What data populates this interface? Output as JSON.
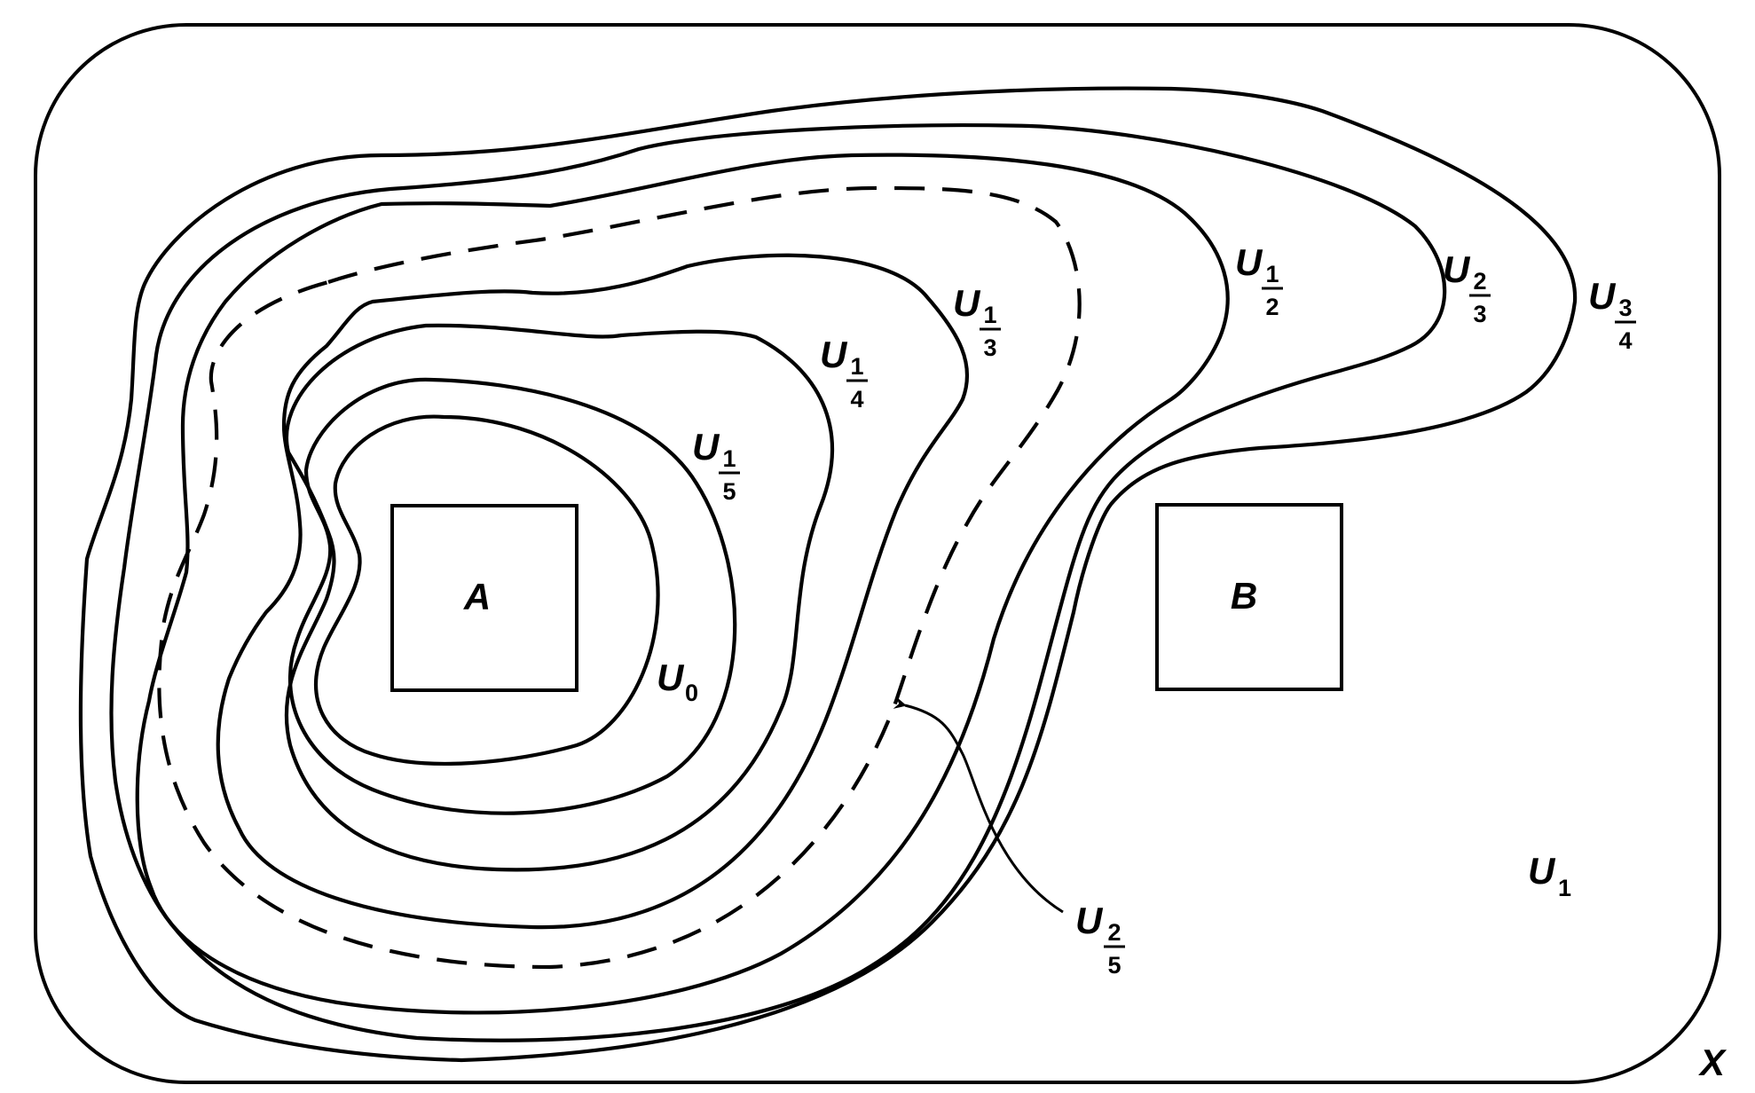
{
  "space_label": "X",
  "sets": {
    "A": "A",
    "B": "B"
  },
  "level_sets": {
    "base": "U",
    "u0_sub": "0",
    "u1_sub": "1",
    "u1_5": {
      "num": "1",
      "den": "5"
    },
    "u1_4": {
      "num": "1",
      "den": "4"
    },
    "u1_3": {
      "num": "1",
      "den": "3"
    },
    "u2_5": {
      "num": "2",
      "den": "5"
    },
    "u1_2": {
      "num": "1",
      "den": "2"
    },
    "u2_3": {
      "num": "2",
      "den": "3"
    },
    "u3_4": {
      "num": "3",
      "den": "4"
    }
  }
}
